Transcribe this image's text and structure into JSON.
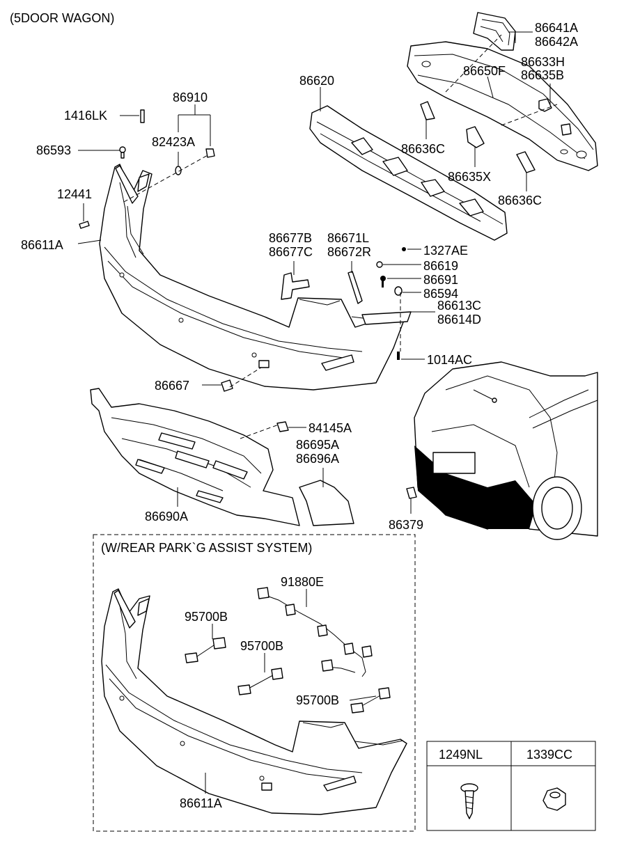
{
  "header": {
    "title": "(5DOOR WAGON)"
  },
  "parts": {
    "p86641A": "86641A",
    "p86642A": "86642A",
    "p86633H": "86633H",
    "p86635B": "86635B",
    "p86650F": "86650F",
    "p86620": "86620",
    "p86636C_a": "86636C",
    "p86635X": "86635X",
    "p86636C_b": "86636C",
    "p86910": "86910",
    "p1416LK": "1416LK",
    "p82423A": "82423A",
    "p86593": "86593",
    "p12441": "12441",
    "p86611A_top": "86611A",
    "p86677B": "86677B",
    "p86677C": "86677C",
    "p86671L": "86671L",
    "p86672R": "86672R",
    "p1327AE": "1327AE",
    "p86619": "86619",
    "p86691": "86691",
    "p86594": "86594",
    "p86613C": "86613C",
    "p86614D": "86614D",
    "p1014AC": "1014AC",
    "p86667": "86667",
    "p84145A": "84145A",
    "p86695A": "86695A",
    "p86696A": "86696A",
    "p86690A": "86690A",
    "p86379": "86379"
  },
  "assist_section": {
    "title": "(W/REAR PARK`G ASSIST SYSTEM)",
    "p91880E": "91880E",
    "p95700B_a": "95700B",
    "p95700B_b": "95700B",
    "p95700B_c": "95700B",
    "p86611A_bottom": "86611A"
  },
  "fastener_table": {
    "col1": "1249NL",
    "col2": "1339CC"
  }
}
